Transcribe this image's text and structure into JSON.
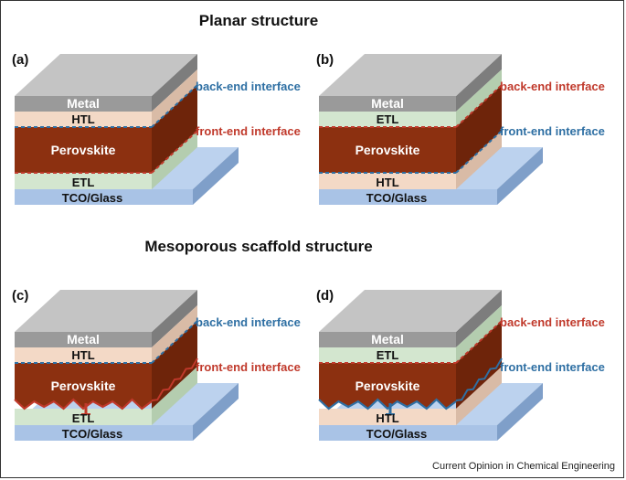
{
  "titles": {
    "planar": "Planar structure",
    "mesoporous": "Mesoporous scaffold structure"
  },
  "panels": [
    {
      "label": "(a)",
      "layers": {
        "metal": "Metal",
        "upper": "HTL",
        "perovskite": "Perovskite",
        "lower": "ETL",
        "substrate": "TCO/Glass"
      },
      "back_interface": "back-end interface",
      "front_interface": "front-end interface",
      "back_color": "#2e6fa3",
      "front_color": "#c0392b"
    },
    {
      "label": "(b)",
      "layers": {
        "metal": "Metal",
        "upper": "ETL",
        "perovskite": "Perovskite",
        "lower": "HTL",
        "substrate": "TCO/Glass"
      },
      "back_interface": "back-end interface",
      "front_interface": "front-end interface",
      "back_color": "#c0392b",
      "front_color": "#2e6fa3"
    },
    {
      "label": "(c)",
      "layers": {
        "metal": "Metal",
        "upper": "HTL",
        "perovskite": "Perovskite",
        "lower": "ETL",
        "substrate": "TCO/Glass"
      },
      "back_interface": "back-end interface",
      "front_interface": "front-end interface",
      "back_color": "#2e6fa3",
      "front_color": "#c0392b"
    },
    {
      "label": "(d)",
      "layers": {
        "metal": "Metal",
        "upper": "ETL",
        "perovskite": "Perovskite",
        "lower": "HTL",
        "substrate": "TCO/Glass"
      },
      "back_interface": "back-end interface",
      "front_interface": "front-end interface",
      "back_color": "#c0392b",
      "front_color": "#2e6fa3"
    }
  ],
  "credit": "Current Opinion in Chemical Engineering",
  "colors": {
    "metal_front": "#9a9a9a",
    "metal_top": "#c4c4c4",
    "metal_side": "#7d7d7d",
    "htl": "#f3d9c6",
    "htl_side": "#d9bba6",
    "etl": "#d3e6cf",
    "etl_side": "#b4cdaf",
    "perovskite": "#8c3010",
    "perovskite_side": "#6e240a",
    "tco": "#a9c3e6",
    "tco_top": "#bcd2ee",
    "tco_side": "#7f9fc9"
  }
}
